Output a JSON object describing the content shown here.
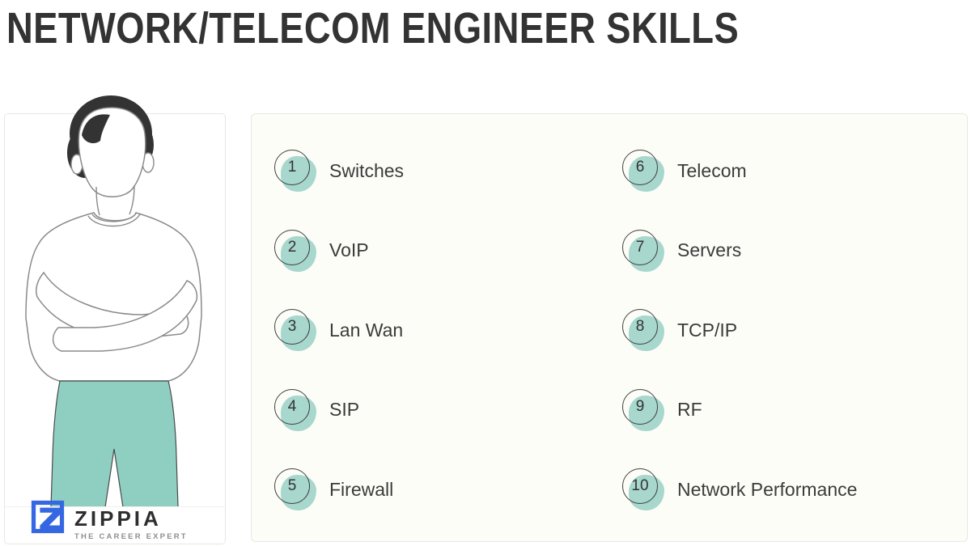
{
  "title": "NETWORK/TELECOM ENGINEER SKILLS",
  "brand": {
    "name": "ZIPPIA",
    "tagline": "THE CAREER EXPERT"
  },
  "skills": [
    {
      "number": "1",
      "label": "Switches"
    },
    {
      "number": "2",
      "label": "VoIP"
    },
    {
      "number": "3",
      "label": "Lan Wan"
    },
    {
      "number": "4",
      "label": "SIP"
    },
    {
      "number": "5",
      "label": "Firewall"
    },
    {
      "number": "6",
      "label": "Telecom"
    },
    {
      "number": "7",
      "label": "Servers"
    },
    {
      "number": "8",
      "label": "TCP/IP"
    },
    {
      "number": "9",
      "label": "RF"
    },
    {
      "number": "10",
      "label": "Network Performance"
    }
  ],
  "colors": {
    "badge_teal": "#a7d7cd",
    "pants_teal": "#8ecfc2",
    "brand_blue": "#3567e2",
    "text_dark": "#3b3b3b",
    "card_border": "#e7e7e4",
    "card_bg": "#fdfdf8"
  }
}
